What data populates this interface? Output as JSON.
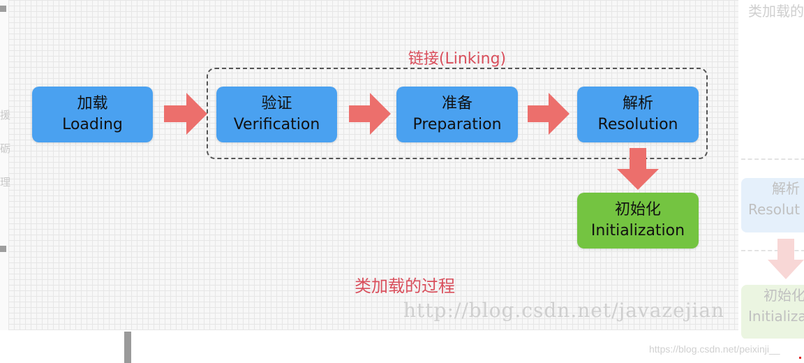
{
  "linking_label": "链接(Linking)",
  "stages": {
    "loading": {
      "zh": "加载",
      "en": "Loading"
    },
    "verification": {
      "zh": "验证",
      "en": "Verification"
    },
    "preparation": {
      "zh": "准备",
      "en": "Preparation"
    },
    "resolution": {
      "zh": "解析",
      "en": "Resolution"
    },
    "initialization": {
      "zh": "初始化",
      "en": "Initialization"
    }
  },
  "caption": "类加载的过程",
  "watermark": "http://blog.csdn.net/javazejian",
  "csdn_watermark": "https://blog.csdn.net/peixinji__",
  "faded": {
    "title": "类加载的",
    "resolution_zh": "解析",
    "resolution_en": "Resolut",
    "init_zh": "初始化",
    "init_en": "Initializa"
  },
  "margin_glyphs": [
    "援",
    "砺",
    "理"
  ],
  "colors": {
    "stage_blue": "#4aa1f0",
    "stage_green": "#74c441",
    "arrow": "#ec6f6c",
    "accent_text": "#d94f5c"
  }
}
